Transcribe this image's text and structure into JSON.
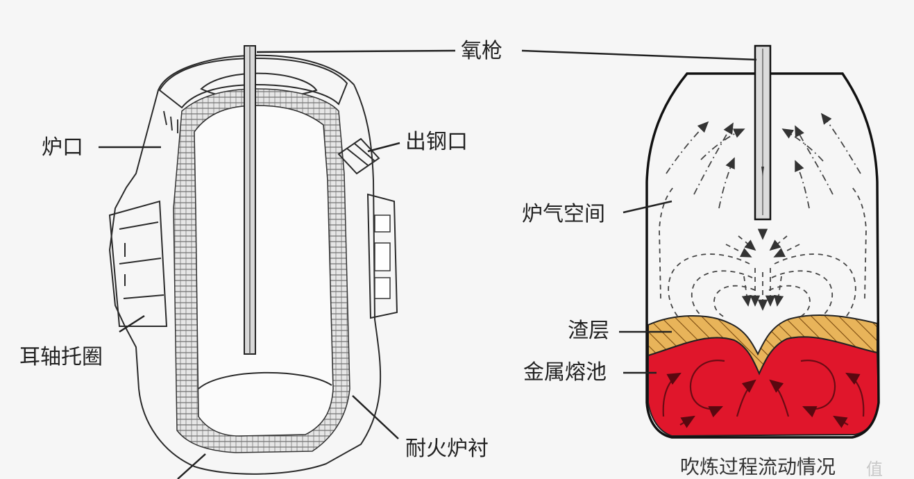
{
  "labels": {
    "oxygen_lance": "氧枪",
    "furnace_mouth": "炉口",
    "tap_hole": "出钢口",
    "trunnion_ring": "耳轴托圈",
    "refractory_lining": "耐火炉衬",
    "gas_space": "炉气空间",
    "slag_layer": "渣层",
    "metal_bath": "金属熔池"
  },
  "caption": "吹炼过程流动情况",
  "watermark": "值",
  "colors": {
    "background": "#f6f6f6",
    "metal_bath": "#e0162b",
    "slag_layer": "#e8b45a",
    "outline": "#2a2a2a"
  }
}
